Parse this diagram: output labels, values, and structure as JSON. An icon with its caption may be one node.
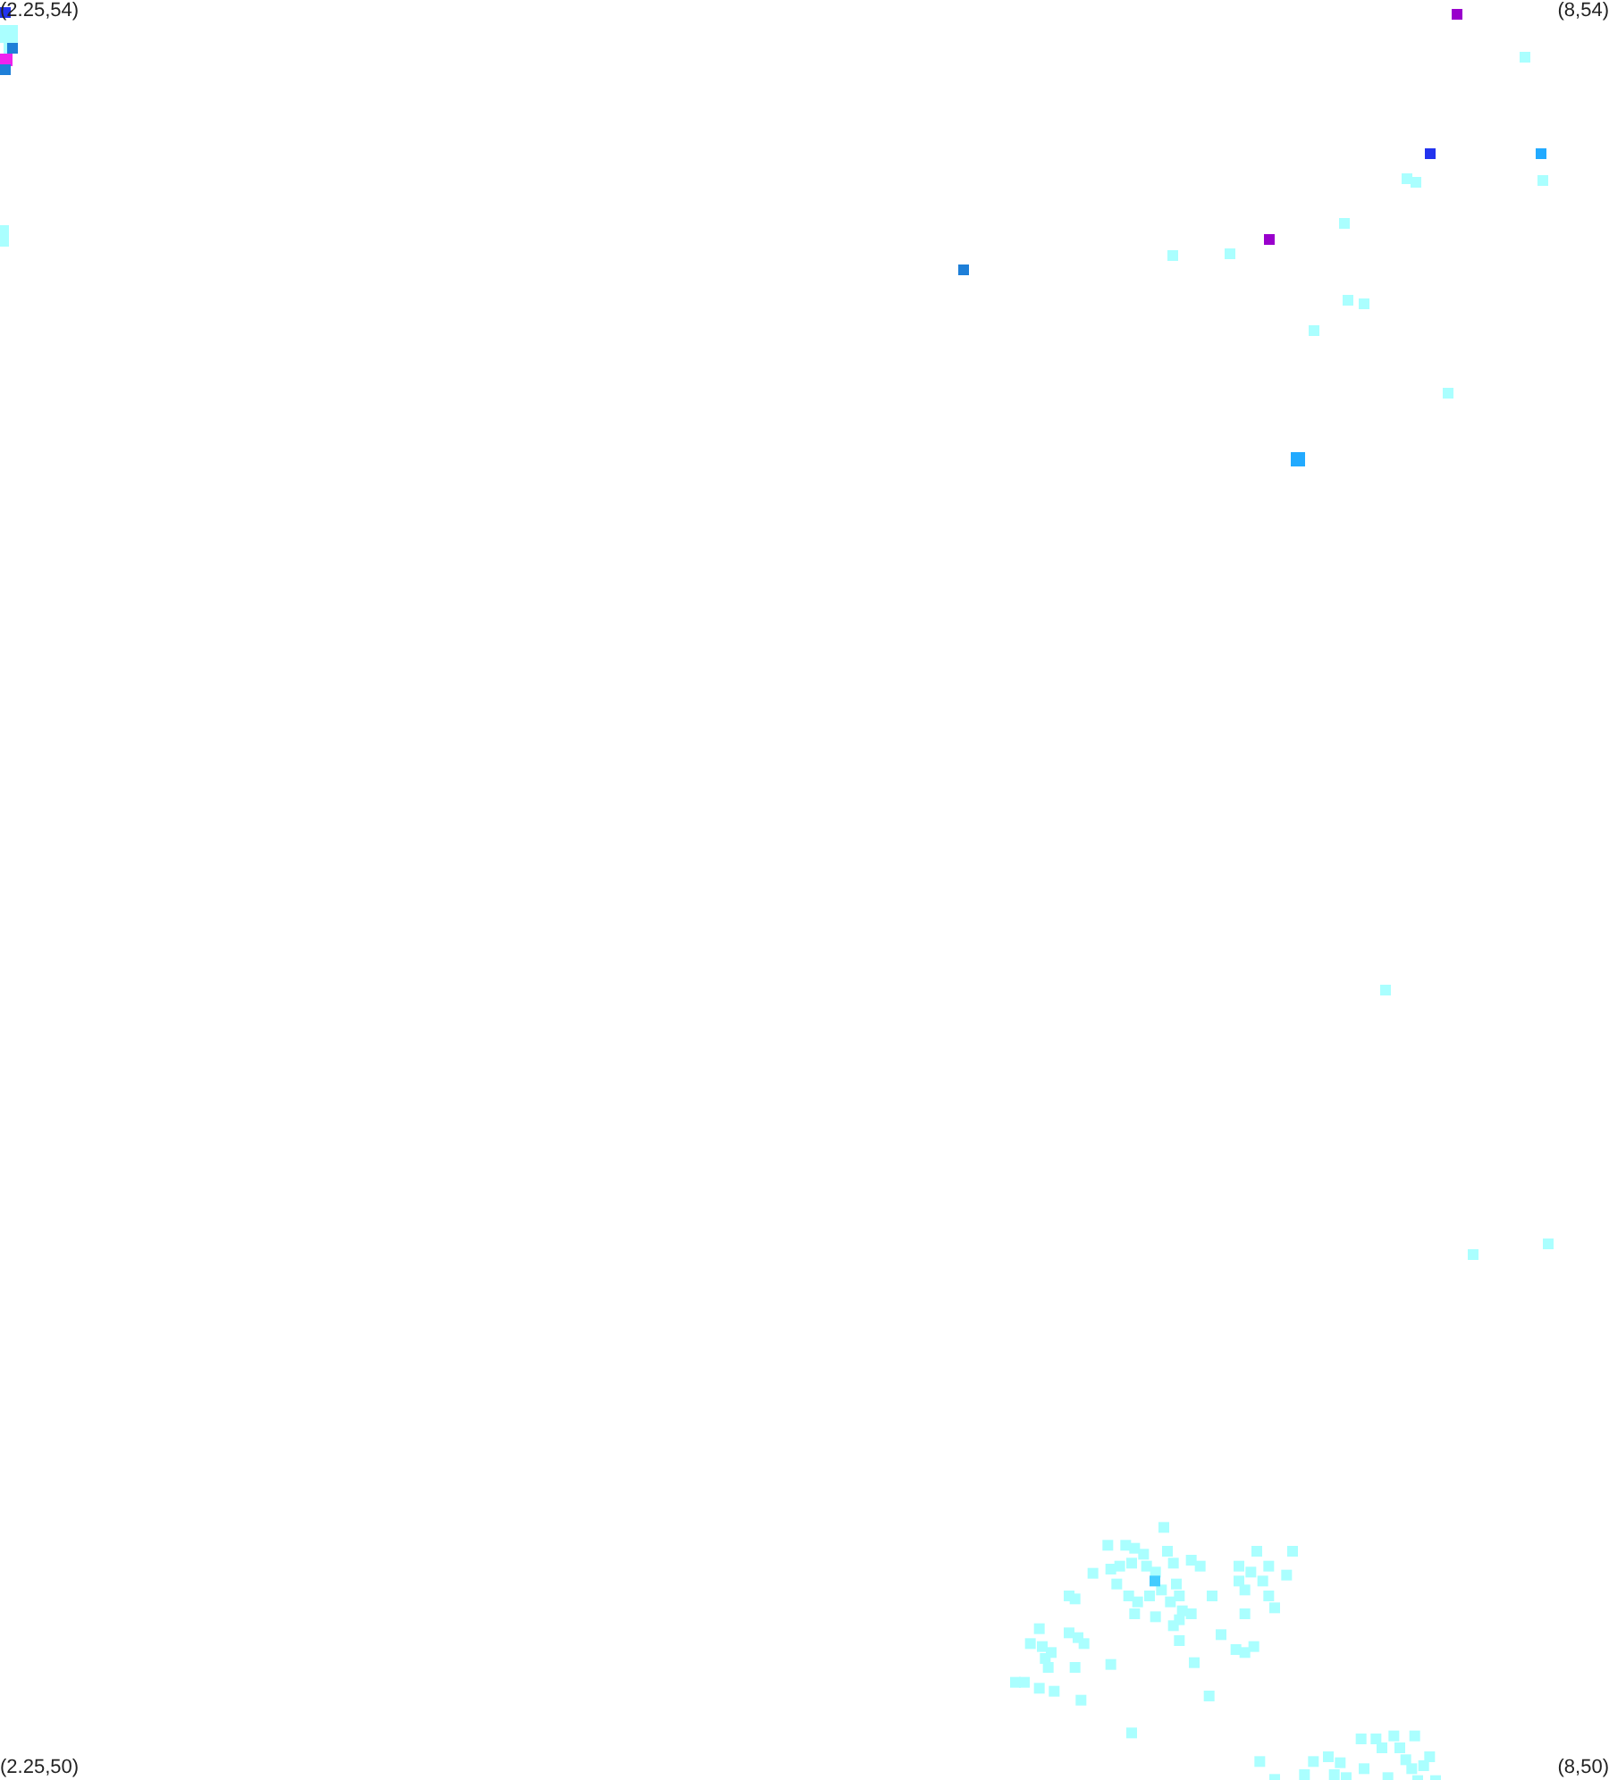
{
  "diagram": {
    "labels": [
      "(2.25,54)",
      "(8,54)",
      "(2.25,50)",
      "(8,50)"
    ]
  }
}
